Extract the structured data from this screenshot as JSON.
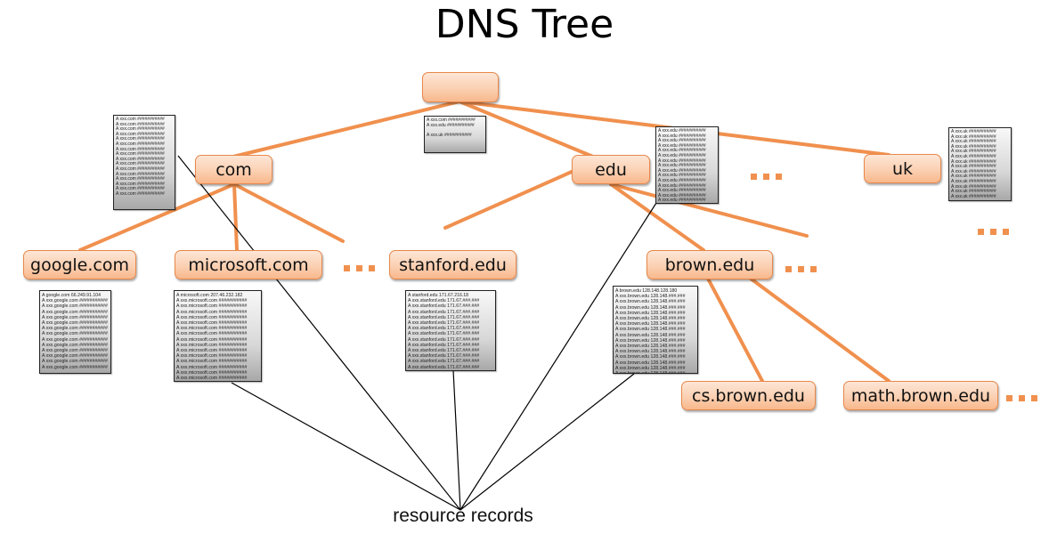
{
  "title": "DNS Tree",
  "caption": "resource records",
  "colors": {
    "edge": "#f0904e",
    "node_border": "#e8884a",
    "node_fill": "#fbd0b2",
    "pointer": "#000000"
  },
  "nodes": {
    "root": "",
    "com": "com",
    "edu": "edu",
    "uk": "uk",
    "google": "google.com",
    "microsoft": "microsoft.com",
    "stanford": "stanford.edu",
    "brown": "brown.edu",
    "cs_brown": "cs.brown.edu",
    "math_brown": "math.brown.edu"
  },
  "records": {
    "root": {
      "lines": [
        "A xxx.com  ###########",
        "A xxx.edu  ###########",
        "",
        "A xxx.uk  ###########",
        ""
      ]
    },
    "com": {
      "lines": [
        "A xxx.com  ###########",
        "A xxx.com  ###########",
        "A xxx.com  ###########",
        "A xxx.com  ###########",
        "A xxx.com  ###########",
        "A xxx.com  ###########",
        "A xxx.com  ###########",
        "A xxx.com  ###########",
        "A xxx.com  ###########",
        "A xxx.com  ###########",
        "A xxx.com  ###########",
        "A xxx.com  ###########",
        "A xxx.com  ###########",
        "A xxx.com  ###########",
        "A xxx.com  ###########",
        "A xxx.com  ###########"
      ]
    },
    "edu": {
      "lines": [
        "A xxx.edu  ###########",
        "A xxx.edu  ###########",
        "A xxx.edu  ###########",
        "A xxx.edu  ###########",
        "A xxx.edu  ###########",
        "A xxx.edu  ###########",
        "A xxx.edu  ###########",
        "A xxx.edu  ###########",
        "A xxx.edu  ###########",
        "A xxx.edu  ###########",
        "A xxx.edu  ###########",
        "A xxx.edu  ###########",
        "A xxx.edu  ###########",
        "A xxx.edu  ###########",
        "A xxx.edu  ###########",
        "A xxx.edu  ###########"
      ]
    },
    "uk": {
      "lines": [
        "A xxx.uk  ###########",
        "A xxx.uk  ###########",
        "A xxx.uk  ###########",
        "A xxx.uk  ###########",
        "A xxx.uk  ###########",
        "A xxx.uk  ###########",
        "A xxx.uk  ###########",
        "A xxx.uk  ###########",
        "A xxx.uk  ###########",
        "A xxx.uk  ###########",
        "A xxx.uk  ###########",
        "A xxx.uk  ###########",
        "A xxx.uk  ###########",
        "A xxx.uk  ###########"
      ]
    },
    "google": {
      "head": "A google.com 66.249.91.104",
      "lines": [
        "A xxx.google.com ###########",
        "A xxx.google.com ###########",
        "A xxx.google.com ###########",
        "A xxx.google.com ###########",
        "A xxx.google.com ###########",
        "A xxx.google.com ###########",
        "A xxx.google.com ###########",
        "A xxx.google.com ###########",
        "A xxx.google.com ###########",
        "A xxx.google.com ###########",
        "A xxx.google.com ###########",
        "A xxx.google.com ###########",
        "A xxx.google.com ###########"
      ]
    },
    "microsoft": {
      "head": "A microsoft.com 207.46.232.182",
      "lines": [
        "A xxx.microsoft.com ###########",
        "A xxx.microsoft.com ###########",
        "A xxx.microsoft.com ###########",
        "A xxx.microsoft.com ###########",
        "A xxx.microsoft.com ###########",
        "A xxx.microsoft.com ###########",
        "A xxx.microsoft.com ###########",
        "A xxx.microsoft.com ###########",
        "A xxx.microsoft.com ###########",
        "A xxx.microsoft.com ###########",
        "A xxx.microsoft.com ###########",
        "A xxx.microsoft.com ###########",
        "A xxx.microsoft.com ###########",
        "A xxx.microsoft.com ###########",
        "A xxx.microsoft.com ###########"
      ]
    },
    "stanford": {
      "head": "A stanford.edu 171.67.216.18",
      "lines": [
        "A xxx.stanford.edu 171.67.###.###",
        "A xxx.stanford.edu 171.67.###.###",
        "A xxx.stanford.edu 171.67.###.###",
        "A xxx.stanford.edu 171.67.###.###",
        "A xxx.stanford.edu 171.67.###.###",
        "A xxx.stanford.edu 171.67.###.###",
        "A xxx.stanford.edu 171.67.###.###",
        "A xxx.stanford.edu 171.67.###.###",
        "A xxx.stanford.edu 171.67.###.###",
        "A xxx.stanford.edu 171.67.###.###",
        "A xxx.stanford.edu 171.67.###.###",
        "A xxx.stanford.edu 171.67.###.###",
        "A xxx.stanford.edu 171.67.###.###",
        "A xxx.stanford.edu 171.67.###.###"
      ]
    },
    "brown": {
      "head": "A brown.edu 128.148.128.180",
      "lines": [
        "A xxx.brown.edu 128.148.###.###",
        "A xxx.brown.edu 128.148.###.###",
        "A xxx.brown.edu 128.148.###.###",
        "A xxx.brown.edu 128.148.###.###",
        "A xxx.brown.edu 128.148.###.###",
        "A xxx.brown.edu 128.148.###.###",
        "A xxx.brown.edu 128.148.###.###",
        "A xxx.brown.edu 128.148.###.###",
        "A xxx.brown.edu 128.148.###.###",
        "A xxx.brown.edu 128.148.###.###",
        "A xxx.brown.edu 128.148.###.###",
        "A xxx.brown.edu 128.148.###.###",
        "A xxx.brown.edu 128.148.###.###",
        "A xxx.brown.edu 128.148.###.###",
        "A xxx.brown.edu 128.148.###.###"
      ]
    }
  },
  "ellipsis": "..."
}
